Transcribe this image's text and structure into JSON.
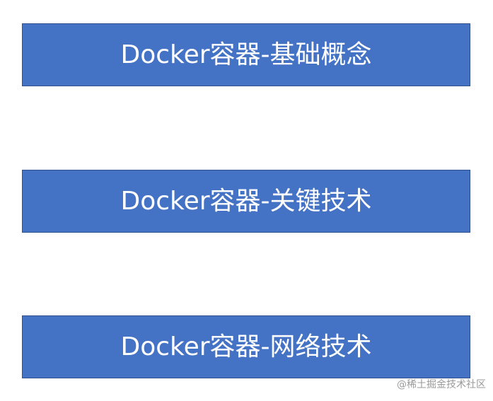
{
  "cards": [
    {
      "label": "Docker容器-基础概念"
    },
    {
      "label": "Docker容器-关键技术"
    },
    {
      "label": "Docker容器-网络技术"
    }
  ],
  "watermark": "@稀土掘金技术社区",
  "colors": {
    "card_fill": "#4472c4",
    "card_border": "#2f528f",
    "card_text": "#ffffff",
    "watermark_text": "#9a9a9a"
  }
}
